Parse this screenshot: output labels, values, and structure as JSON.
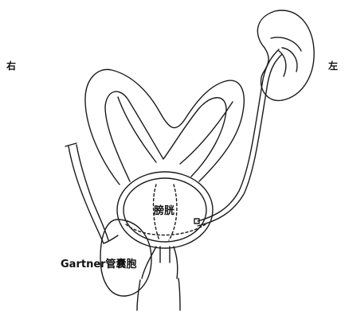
{
  "labels": {
    "right_side": "右",
    "left_side": "左",
    "bladder": "膀胱",
    "gartner_cyst": "Gartner管囊胞"
  },
  "colors": {
    "line": "#1a1a1a",
    "background": "#ffffff"
  }
}
